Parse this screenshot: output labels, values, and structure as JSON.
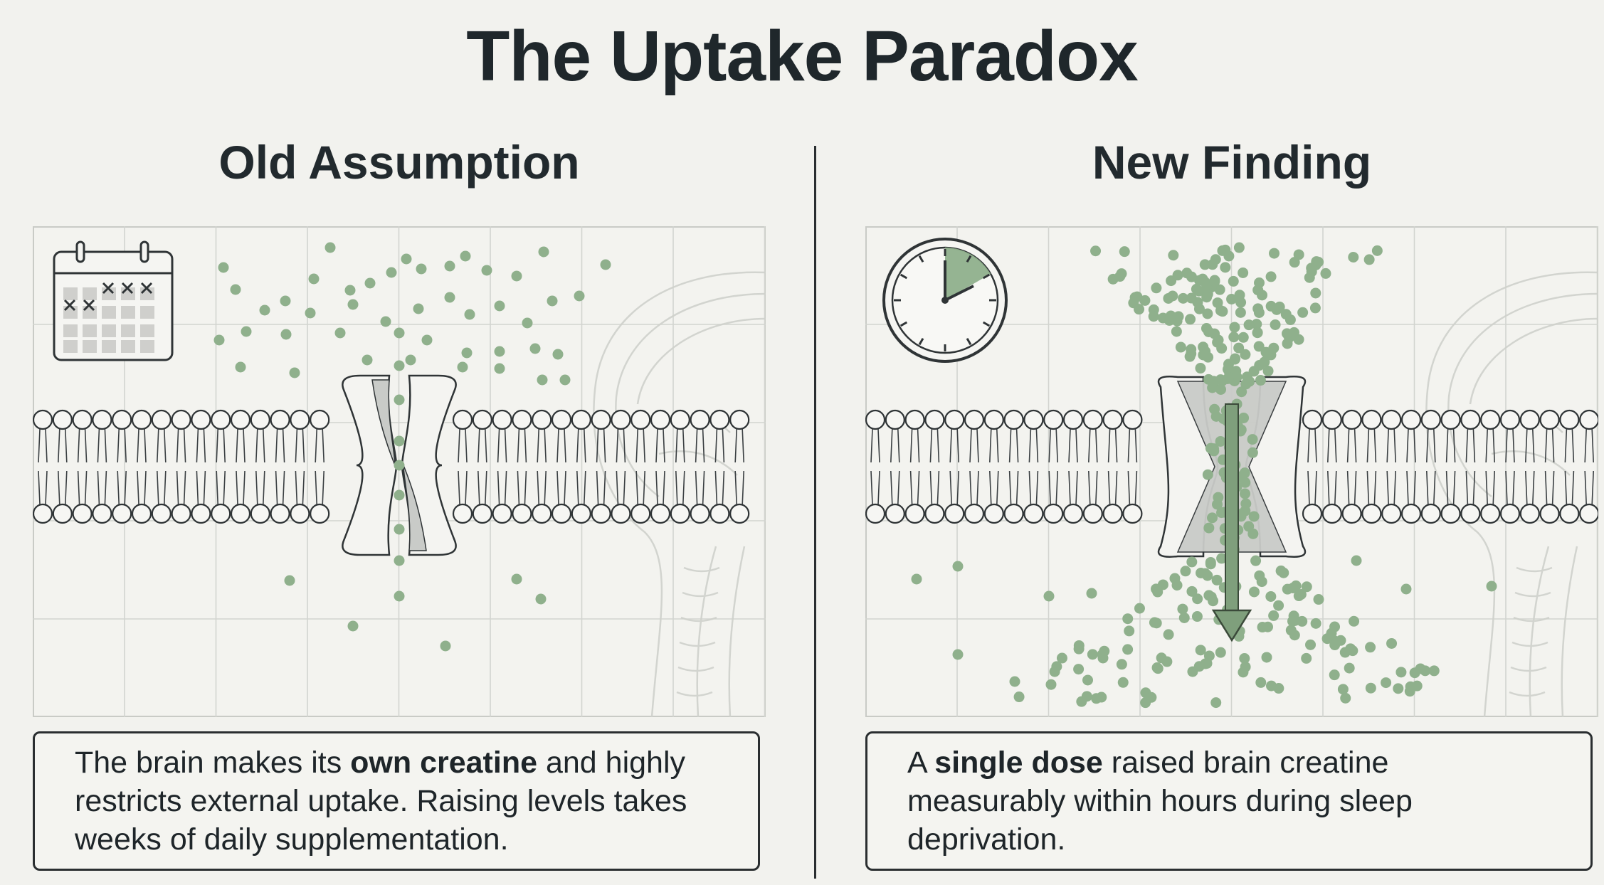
{
  "title": "The Uptake Paradox",
  "colors": {
    "background": "#f2f2ee",
    "molecule": "#8fb08c",
    "arrow": "#7f9f7c",
    "ink": "#1e2529",
    "channel_fill": "#c9cbc8"
  },
  "panels": [
    {
      "heading": "Old Assumption",
      "icon": "calendar-icon",
      "channel_state": "narrow",
      "caption": {
        "before": "The brain makes its ",
        "bold": "own creatine",
        "after": " and highly restricts external uptake. Raising levels takes weeks of daily supplementation."
      }
    },
    {
      "heading": "New Finding",
      "icon": "clock-icon",
      "channel_state": "wide",
      "caption": {
        "before": "A ",
        "bold": "single dose",
        "after": " raised brain creatine measurably within hours during sleep deprivation."
      }
    }
  ]
}
